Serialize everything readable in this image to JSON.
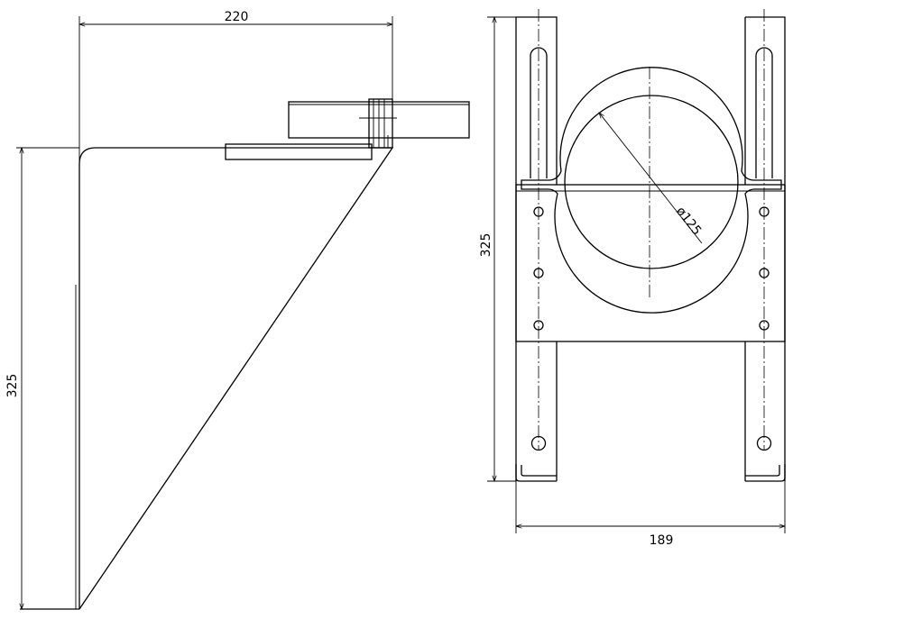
{
  "side_view": {
    "width_dimension": "220",
    "height_dimension": "325"
  },
  "front_view": {
    "height_dimension": "325",
    "width_dimension": "189",
    "diameter_dimension": "ø125"
  },
  "colors": {
    "line": "#000000",
    "background": "#ffffff"
  }
}
